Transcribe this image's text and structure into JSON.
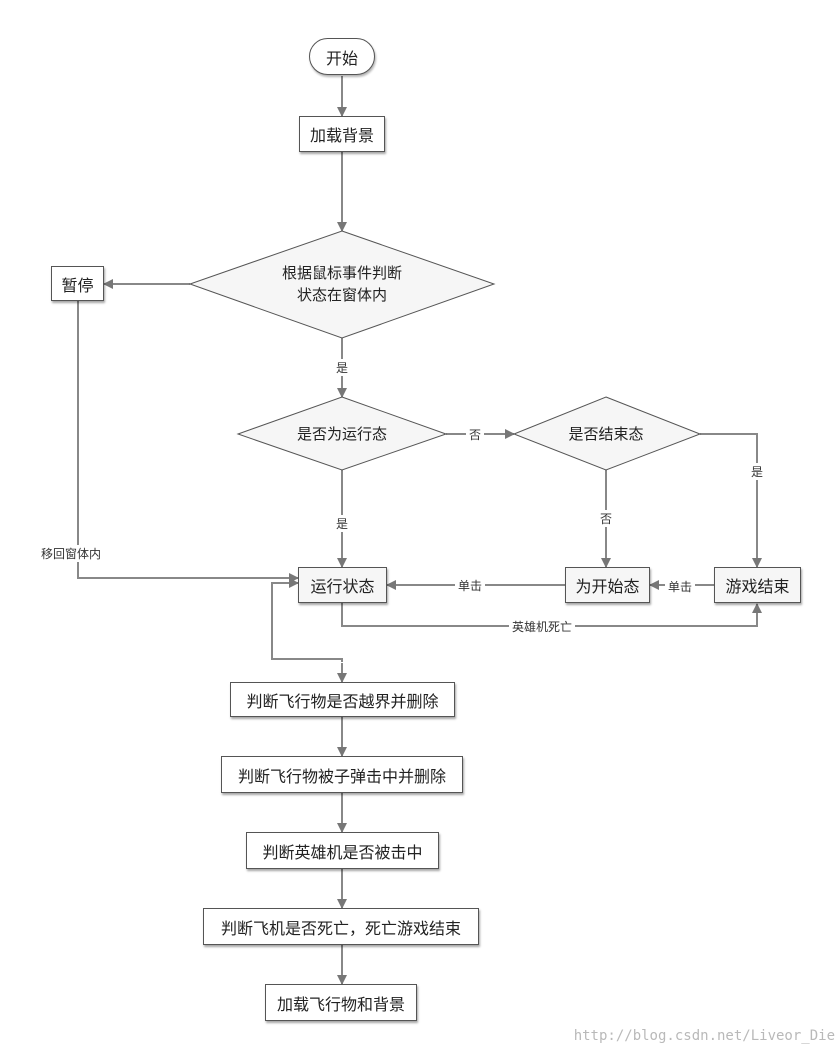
{
  "nodes": {
    "start": "开始",
    "load_bg": "加载背景",
    "decision_mouse": [
      "根据鼠标事件判断",
      "状态在窗体内"
    ],
    "pause": "暂停",
    "decision_running": "是否为运行态",
    "decision_gameover": "是否结束态",
    "running_state": "运行状态",
    "to_start_state": "为开始态",
    "game_over": "游戏结束",
    "step1": "判断飞行物是否越界并删除",
    "step2": "判断飞行物被子弹击中并删除",
    "step3": "判断英雄机是否被击中",
    "step4": "判断飞机是否死亡，死亡游戏结束",
    "step5": "加载飞行物和背景"
  },
  "edges": {
    "yes_mouse": "是",
    "no_running": "否",
    "yes_running": "是",
    "yes_gameover": "是",
    "no_gameover": "否",
    "move_back": "移回窗体内",
    "click1": "单击",
    "click2": "单击",
    "hero_dead": "英雄机死亡"
  },
  "watermark": "http://blog.csdn.net/Liveor_Die"
}
